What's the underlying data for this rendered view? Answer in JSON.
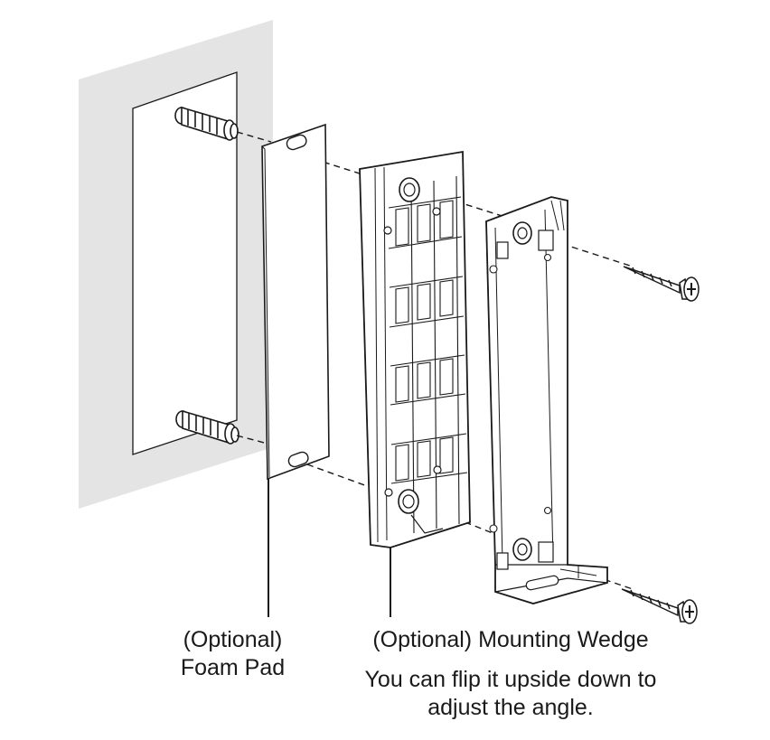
{
  "labels": {
    "foam_pad": {
      "line1": "(Optional)",
      "line2": "Foam Pad"
    },
    "mounting_wedge": {
      "title": "(Optional) Mounting Wedge",
      "note_line1": "You can flip it upside down to",
      "note_line2": "adjust the angle."
    }
  },
  "colors": {
    "wall": "#e4e4e4",
    "outline": "#1a1a1a",
    "background": "#ffffff"
  }
}
